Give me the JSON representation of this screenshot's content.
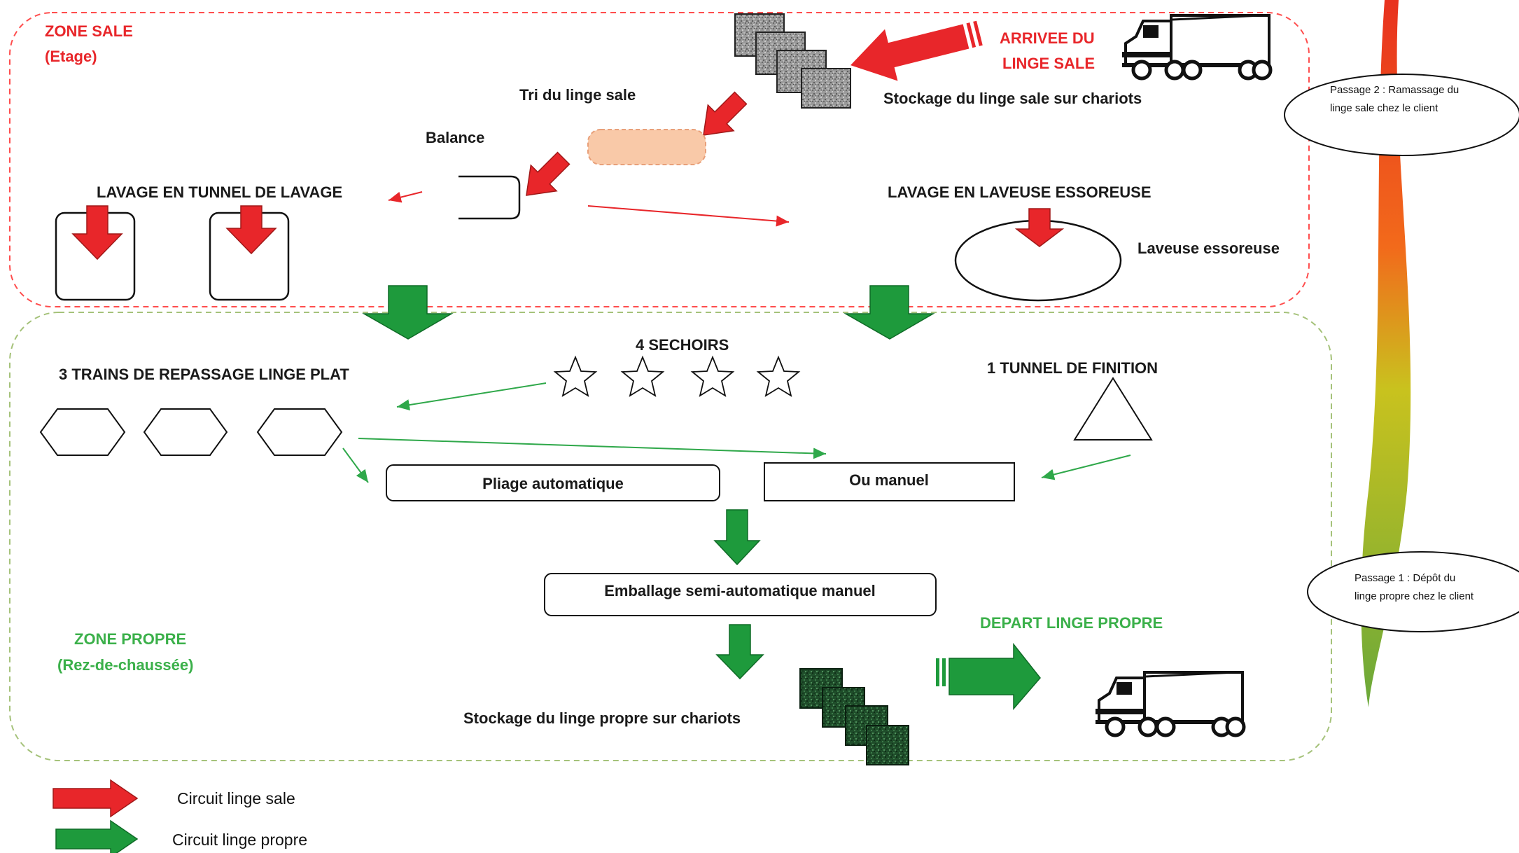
{
  "colors": {
    "dirty": "#e8262a",
    "clean": "#1e9a3c",
    "clean_text": "#3bb04a",
    "clean_dark_box": "#1f4d2a",
    "dirty_box": "#8a8a8a",
    "zone_dirty_border": "#ff4d4d",
    "zone_clean_border": "#a5c27a",
    "balance_fill": "#f9c9a8"
  },
  "zones": {
    "dirty": {
      "title": "ZONE SALE",
      "subtitle": "(Etage)"
    },
    "clean": {
      "title": "ZONE PROPRE",
      "subtitle": "(Rez-de-chaussée)"
    }
  },
  "arrival": {
    "line1": "ARRIVEE DU",
    "line2": "LINGE SALE",
    "storage_label": "Stockage du linge sale sur chariots",
    "icon": "truck-icon"
  },
  "sorting": {
    "label": "Tri du linge sale"
  },
  "balance": {
    "label": "Balance"
  },
  "washing": {
    "tunnel_label": "LAVAGE EN TUNNEL DE LAVAGE",
    "washer_label": "LAVAGE EN LAVEUSE ESSOREUSE",
    "washer_machine_label": "Laveuse essoreuse"
  },
  "drying": {
    "ironing_label": "3 TRAINS DE REPASSAGE LINGE PLAT",
    "dryers_label": "4 SECHOIRS",
    "finishing_label": "1 TUNNEL DE FINITION"
  },
  "folding": {
    "auto": "Pliage automatique",
    "manual": "Ou manuel"
  },
  "packaging": {
    "label": "Emballage semi-automatique manuel"
  },
  "departure": {
    "label": "DEPART LINGE PROPRE",
    "storage_label": "Stockage du linge propre sur chariots",
    "icon": "truck-icon"
  },
  "passages": {
    "pass2": {
      "line1": "Passage 2 : Ramassage du",
      "line2": "linge sale chez le client"
    },
    "pass1": {
      "line1": "Passage 1 : Dépôt du",
      "line2": "linge propre chez le client"
    }
  },
  "legend": {
    "dirty_circuit": "Circuit linge sale",
    "clean_circuit": "Circuit linge propre"
  }
}
